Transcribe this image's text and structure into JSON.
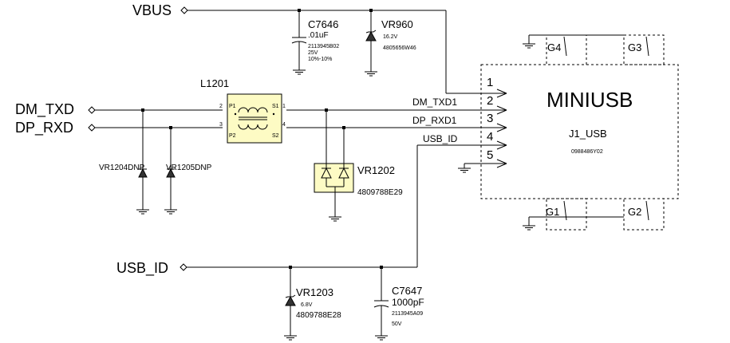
{
  "ports": {
    "vbus": "VBUS",
    "dm_txd": "DM_TXD",
    "dp_rxd": "DP_RXD",
    "usb_id": "USB_ID"
  },
  "nets": {
    "dm_txd1": "DM_TXD1",
    "dp_rxd1": "DP_RXD1",
    "usb_id": "USB_ID"
  },
  "c7646": {
    "ref": "C7646",
    "value": ".01uF",
    "part": "2113945B02",
    "voltage": "25V",
    "tolerance": "10%-10%"
  },
  "vr960": {
    "ref": "VR960",
    "voltage": "16.2V",
    "part": "4805656W46"
  },
  "l1201": {
    "ref": "L1201",
    "pin1": "1",
    "pin2": "2",
    "pin3": "3",
    "pin4": "4",
    "p1": "P1",
    "p2": "P2",
    "s1": "S1",
    "s2": "S2"
  },
  "vr1204": {
    "ref": "VR1204DNP"
  },
  "vr1205": {
    "ref": "VR1205DNP"
  },
  "vr1202": {
    "ref": "VR1202",
    "part": "4809788E29"
  },
  "vr1203": {
    "ref": "VR1203",
    "voltage": "6.8V",
    "part": "4809788E28"
  },
  "c7647": {
    "ref": "C7647",
    "value": "1000pF",
    "part": "2113945A09",
    "voltage": "50V"
  },
  "usb": {
    "name": "MINIUSB",
    "ref": "J1_USB",
    "part": "0988486Y02",
    "pins": [
      "1",
      "2",
      "3",
      "4",
      "5"
    ],
    "shields": [
      "G4",
      "G3",
      "G1",
      "G2"
    ]
  }
}
